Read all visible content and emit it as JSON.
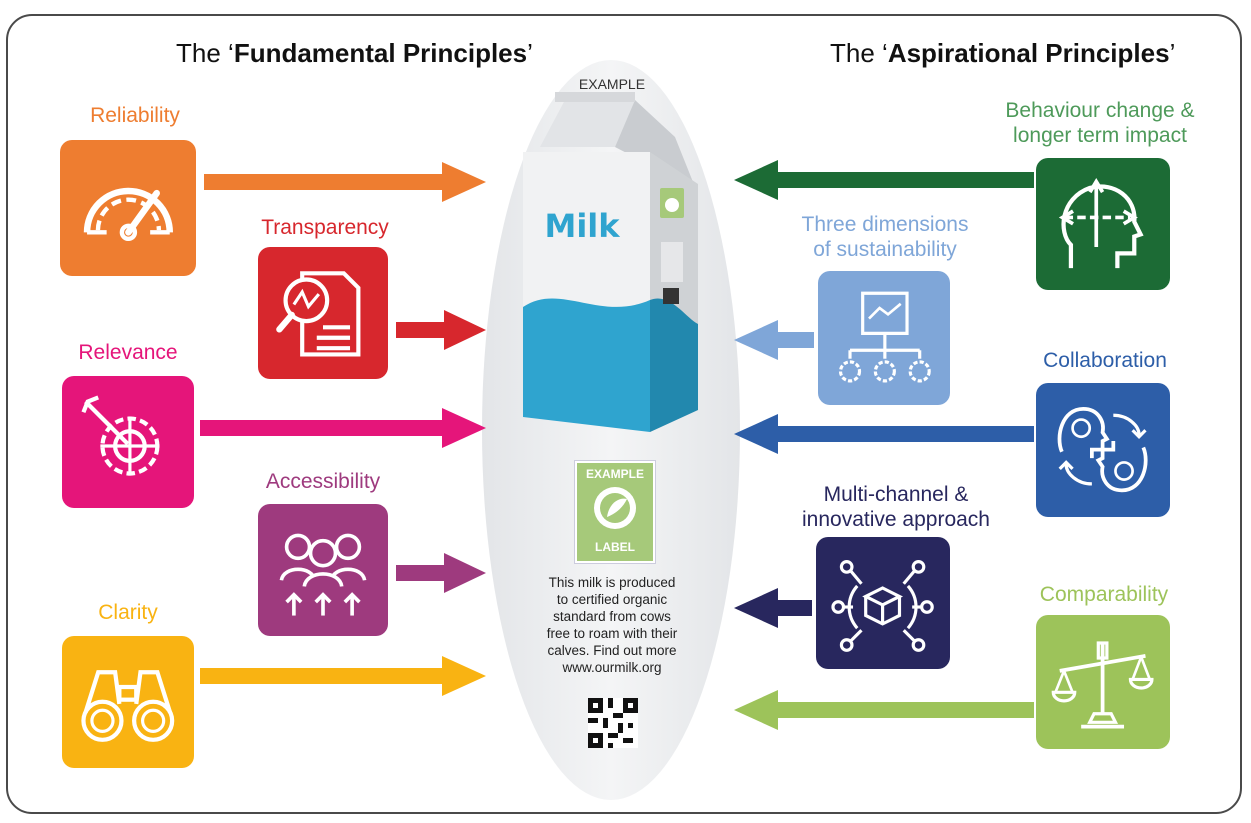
{
  "headings": {
    "left_prefix": "The ‘",
    "left_bold": "Fundamental Principles",
    "left_suffix": "’",
    "right_prefix": "The ‘",
    "right_bold": "Aspirational Principles",
    "right_suffix": "’"
  },
  "center": {
    "example_caption": "EXAMPLE",
    "carton_brand": "Milk",
    "label_top": "EXAMPLE",
    "label_bottom": "LABEL",
    "description_lines": [
      "This milk is produced",
      "to certified organic",
      "standard from cows",
      "free to roam with their",
      "calves. Find out more",
      "www.ourmilk.org"
    ]
  },
  "fundamental": [
    {
      "label": "Reliability",
      "color": "#ee7d30",
      "icon": "gauge-icon"
    },
    {
      "label": "Transparency",
      "color": "#d7272d",
      "icon": "document-magnifier-icon"
    },
    {
      "label": "Relevance",
      "color": "#e5157a",
      "icon": "target-gear-icon"
    },
    {
      "label": "Accessibility",
      "color": "#9e3a7e",
      "icon": "people-group-icon"
    },
    {
      "label": "Clarity",
      "color": "#f9b312",
      "icon": "binoculars-icon"
    }
  ],
  "aspirational": [
    {
      "label_lines": [
        "Behaviour change &",
        "longer term impact"
      ],
      "color": "#1c6b35",
      "icon": "head-arrows-icon"
    },
    {
      "label_lines": [
        "Three dimensions",
        "of sustainability"
      ],
      "color": "#7fa6d8",
      "icon": "document-gears-icon"
    },
    {
      "label_lines": [
        "Collaboration"
      ],
      "color": "#2d5ea8",
      "icon": "two-heads-icon"
    },
    {
      "label_lines": [
        "Multi-channel &",
        "innovative approach"
      ],
      "color": "#28275e",
      "icon": "box-network-icon"
    },
    {
      "label_lines": [
        "Comparability"
      ],
      "color": "#9dc35a",
      "icon": "scales-icon"
    }
  ]
}
